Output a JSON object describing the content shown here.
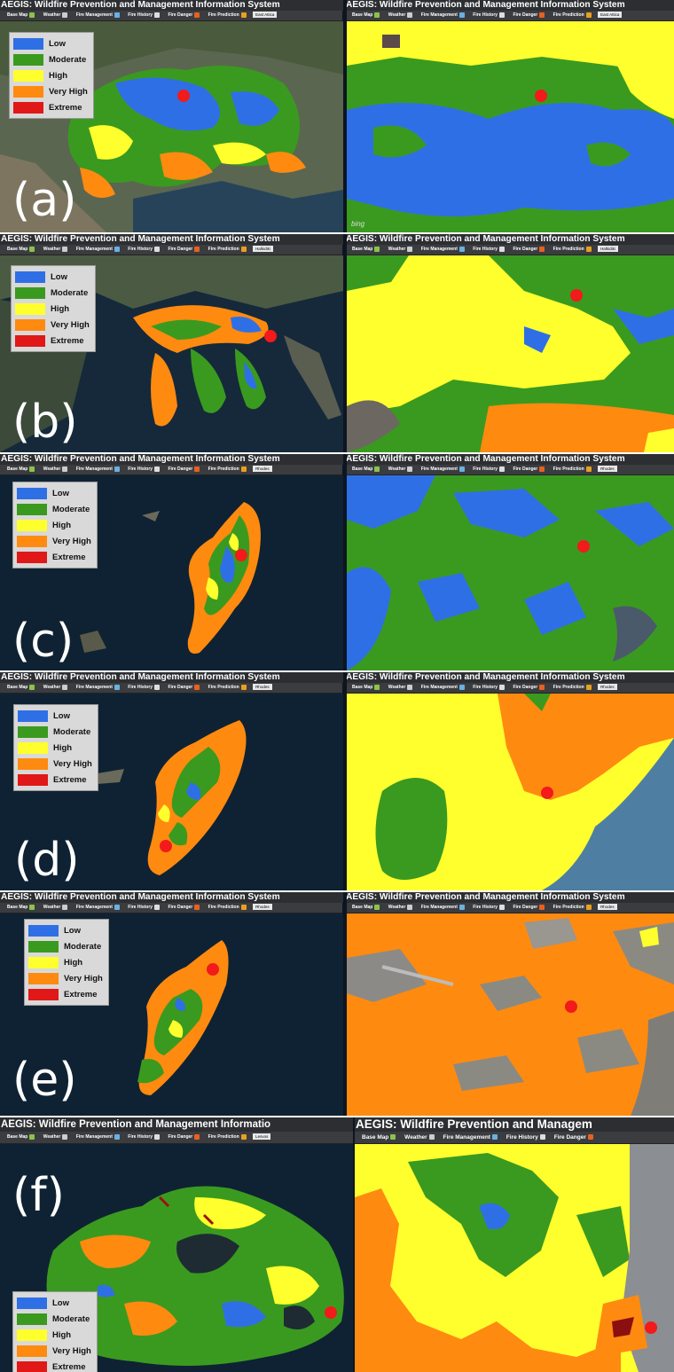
{
  "app_title": "AEGIS: Wildfire Prevention and Management Information System",
  "toolbar": {
    "base_map": "Base Map",
    "weather": "Weather",
    "fire_management": "Fire Management",
    "fire_history": "Fire History",
    "fire_danger": "Fire Danger",
    "fire_prediction": "Fire Prediction"
  },
  "legend": [
    "Low",
    "Moderate",
    "High",
    "Very High",
    "Extreme"
  ],
  "colors": {
    "low": "#2f6fe6",
    "moderate": "#3a9a1f",
    "high": "#ffff2e",
    "very_high": "#ff8a10",
    "extreme": "#e01818",
    "marker": "#f21a1a"
  },
  "map_provider": "bing",
  "panels": [
    {
      "label": "(a)",
      "region": "East Attica",
      "title_left": "AEGIS: Wildfire Prevention and Management Information System",
      "title_right": "AEGIS: Wildfire Prevention and Management Information System"
    },
    {
      "label": "(b)",
      "region": "Halkidiki",
      "title_left": "AEGIS: Wildfire Prevention and Management Information System",
      "title_right": "AEGIS: Wildfire Prevention and Management Information System"
    },
    {
      "label": "(c)",
      "region": "Rhodes",
      "title_left": "AEGIS: Wildfire Prevention and Management Information System",
      "title_right": "AEGIS: Wildfire Prevention and Management Information System"
    },
    {
      "label": "(d)",
      "region": "Rhodes",
      "title_left": "AEGIS: Wildfire Prevention and Management Information System",
      "title_right": "AEGIS: Wildfire Prevention and Management Information System"
    },
    {
      "label": "(e)",
      "region": "Rhodes",
      "title_left": "AEGIS: Wildfire Prevention and Management Information System",
      "title_right": "AEGIS: Wildfire Prevention and Management Information System"
    },
    {
      "label": "(f)",
      "region": "Lesvos",
      "title_left": "AEGIS: Wildfire Prevention and Management Informatio",
      "title_right": "AEGIS: Wildfire Prevention and Managem"
    }
  ]
}
